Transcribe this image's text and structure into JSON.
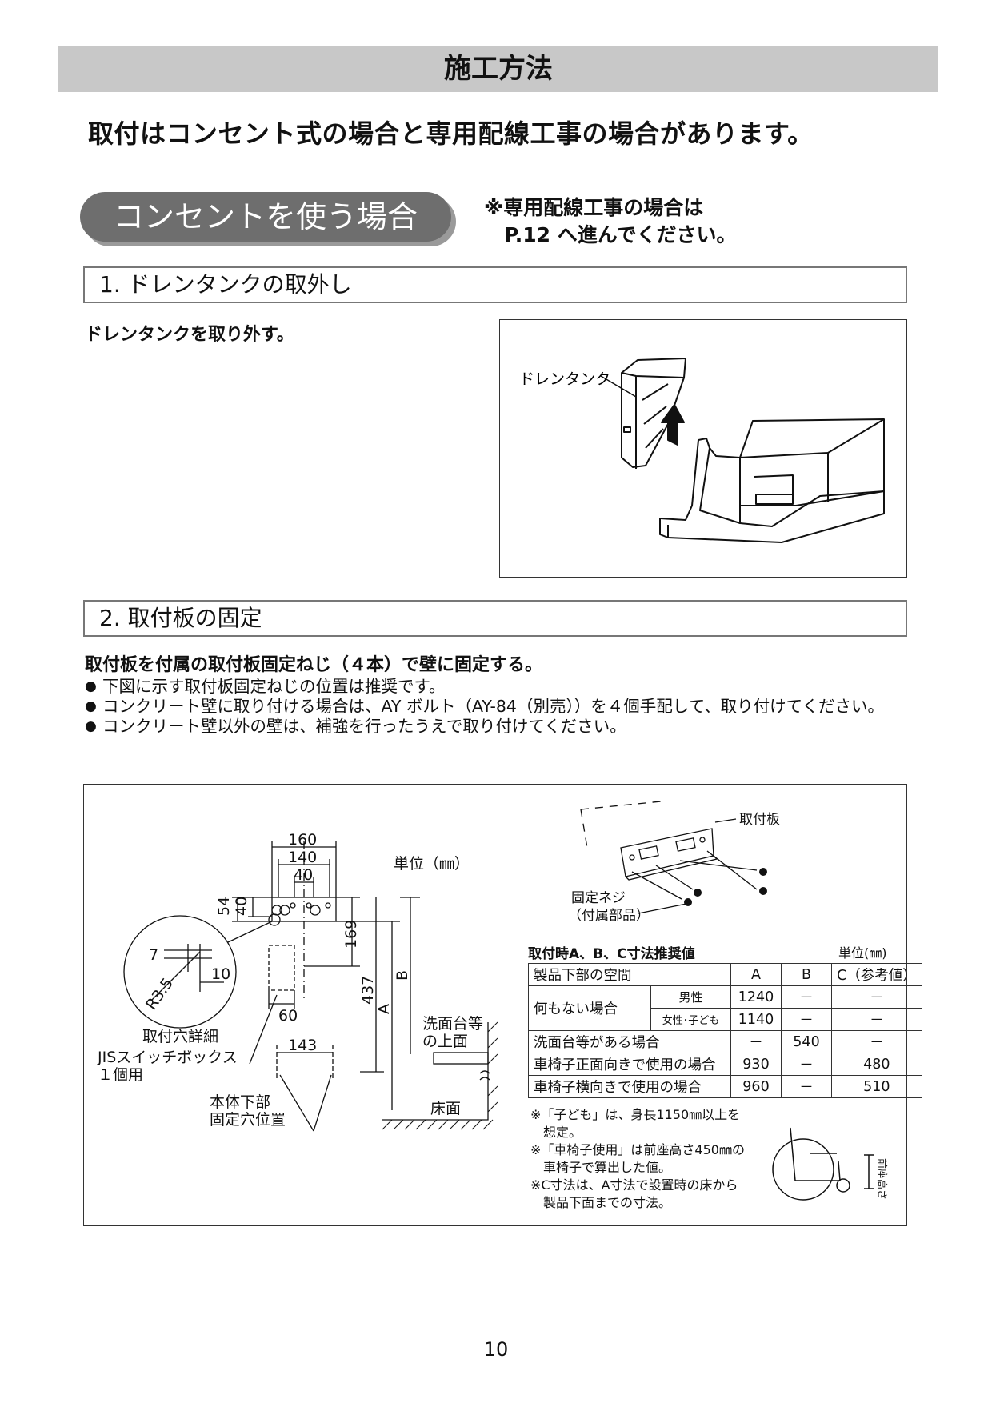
{
  "header": {
    "title": "施工方法"
  },
  "intro": "取付はコンセント式の場合と専用配線工事の場合があります。",
  "case": {
    "pill_label": "コンセントを使う場合",
    "note_line1": "※専用配線工事の場合は",
    "note_line2": "　P.12 へ進んでください。"
  },
  "section1": {
    "heading": "1. ドレンタンクの取外し",
    "lead": "ドレンタンクを取り外す。",
    "figure_label": "ドレンタンク"
  },
  "section2": {
    "heading": "2. 取付板の固定",
    "lead": "取付板を付属の取付板固定ねじ（４本）で壁に固定する。",
    "bullets": [
      "下図に示す取付板固定ねじの位置は推奨です。",
      "コンクリート壁に取り付ける場合は、AY ボルト（AY-84（別売））を４個手配して、取り付けてください。",
      "コンクリート壁以外の壁は、補強を行ったうえで取り付けてください。"
    ]
  },
  "diagram": {
    "unit": "単位（㎜）",
    "dim_160": "160",
    "dim_140": "140",
    "dim_40_top": "40",
    "dim_54": "54",
    "dim_40_side": "40",
    "dim_169": "169",
    "dim_437": "437",
    "dim_A": "A",
    "dim_B": "B",
    "dim_60": "60",
    "dim_143": "143",
    "detail_7": "7",
    "detail_10": "10",
    "detail_R": "R3.5",
    "detail_caption": "取付穴詳細",
    "jis_line1": "JISスイッチボックス",
    "jis_line2": "１個用",
    "base_line1": "本体下部",
    "base_line2": "固定穴位置",
    "counter_line1": "洗面台等",
    "counter_line2": "の上面",
    "floor": "床面",
    "plate_label": "取付板",
    "screw_line1": "固定ネジ",
    "screw_line2": "（付属部品）"
  },
  "table": {
    "title": "取付時A、B、C寸法推奨値",
    "unit": "単位(㎜)",
    "header": [
      "製品下部の空間",
      "A",
      "B",
      "C（参考値）"
    ],
    "group_label": "何もない場合",
    "rows": [
      {
        "sub": "男性",
        "a": "1240",
        "b": "－",
        "c": "－"
      },
      {
        "sub": "女性･子ども",
        "a": "1140",
        "b": "－",
        "c": "－"
      },
      {
        "label": "洗面台等がある場合",
        "a": "－",
        "b": "540",
        "c": "－"
      },
      {
        "label": "車椅子正面向きで使用の場合",
        "a": "930",
        "b": "－",
        "c": "480"
      },
      {
        "label": "車椅子横向きで使用の場合",
        "a": "960",
        "b": "－",
        "c": "510"
      }
    ],
    "notes": [
      "※「子ども」は、身長1150㎜以上を",
      "　想定。",
      "※「車椅子使用」は前座高さ450㎜の",
      "　車椅子で算出した値。",
      "※C寸法は、A寸法で設置時の床から",
      "　製品下面までの寸法。"
    ],
    "seat_label": "前座高さ"
  },
  "page_number": "10"
}
